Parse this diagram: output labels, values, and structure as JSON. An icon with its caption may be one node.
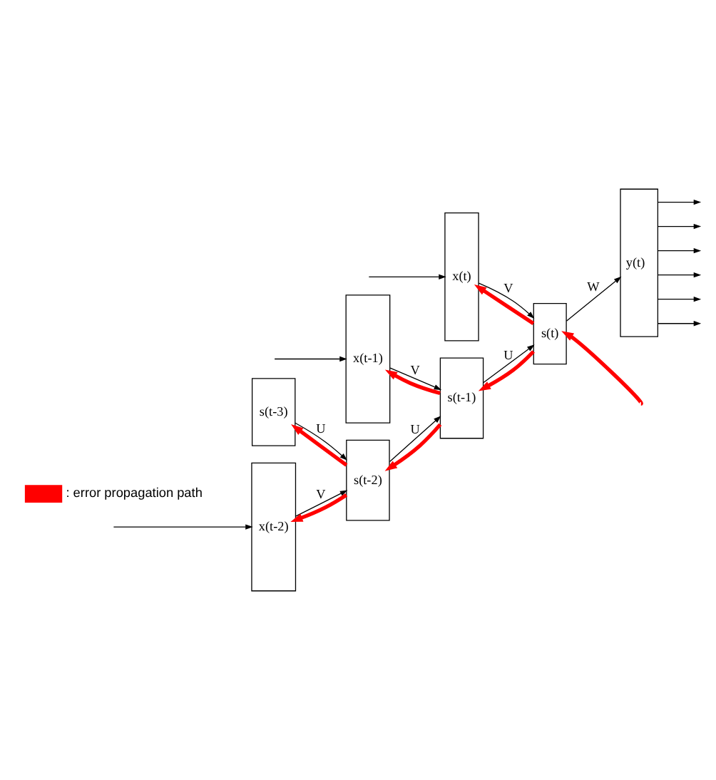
{
  "diagram": {
    "nodes": [
      {
        "text": [
          "x(t-2)"
        ]
      },
      {
        "text": [
          "s(t-3)"
        ]
      },
      {
        "text": [
          "s(t-2)"
        ]
      },
      {
        "text": [
          "x(t-1)"
        ]
      },
      {
        "text": [
          "s(t-1)"
        ]
      },
      {
        "text": [
          "x(t)"
        ]
      },
      {
        "text": [
          "s(t)"
        ]
      },
      {
        "text": [
          "y(t)"
        ]
      }
    ],
    "edges": [
      {
        "from": null,
        "to": 0,
        "arrow": "to"
      },
      {
        "from": null,
        "to": 3,
        "arrow": "to"
      },
      {
        "from": null,
        "to": 5,
        "arrow": "to"
      },
      {
        "from": 0,
        "to": 2,
        "arrow": "to",
        "label": "V"
      },
      {
        "from": 1,
        "to": 2,
        "arrow": "to",
        "label": "U"
      },
      {
        "from": 3,
        "to": 4,
        "arrow": "to",
        "label": "V"
      },
      {
        "from": 2,
        "to": 4,
        "arrow": "to",
        "label": "U"
      },
      {
        "from": 5,
        "to": 6,
        "arrow": "to",
        "label": "V"
      },
      {
        "from": 4,
        "to": 6,
        "arrow": "to",
        "label": "U"
      },
      {
        "from": 6,
        "to": 7,
        "arrow": "to",
        "label": "W"
      },
      {
        "from": 7,
        "to": null,
        "arrow": "to"
      },
      {
        "from": 7,
        "to": null,
        "arrow": "to"
      },
      {
        "from": 7,
        "to": null,
        "arrow": "to"
      },
      {
        "from": 7,
        "to": null,
        "arrow": "to"
      },
      {
        "from": 7,
        "to": null,
        "arrow": "to"
      },
      {
        "from": 7,
        "to": null,
        "arrow": "to"
      },
      {
        "from": null,
        "to": 6,
        "arrow": "to",
        "style": "thick",
        "color": "#ff0000"
      },
      {
        "from": 6,
        "to": 5,
        "arrow": "to",
        "style": "thick",
        "color": "#ff0000"
      },
      {
        "from": 6,
        "to": 4,
        "arrow": "to",
        "style": "thick",
        "color": "#ff0000"
      },
      {
        "from": 4,
        "to": 3,
        "arrow": "to",
        "style": "thick",
        "color": "#ff0000"
      },
      {
        "from": 4,
        "to": 2,
        "arrow": "to",
        "style": "thick",
        "color": "#ff0000"
      },
      {
        "from": 2,
        "to": 0,
        "arrow": "to",
        "style": "thick",
        "color": "#ff0000"
      },
      {
        "from": 2,
        "to": 1,
        "arrow": "to",
        "style": "thick",
        "color": "#ff0000"
      }
    ],
    "legend": [
      {
        "text": ": error propagation path"
      }
    ]
  }
}
